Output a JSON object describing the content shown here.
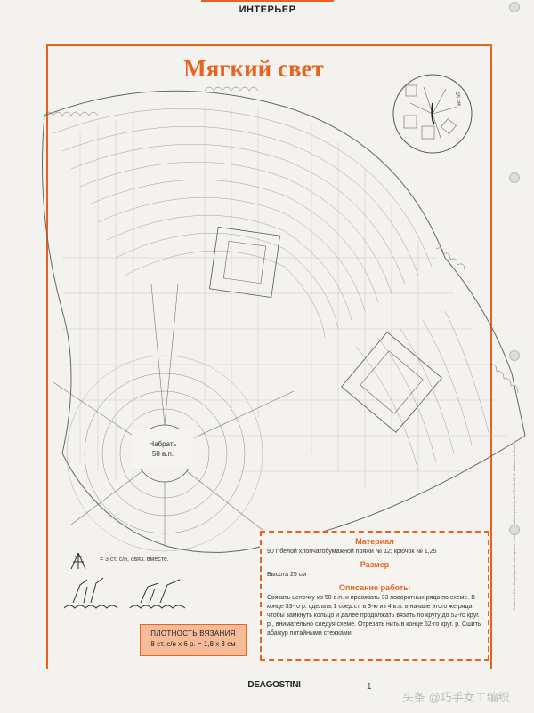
{
  "header": {
    "section": "ИНТЕРЬЕР"
  },
  "title": "Мягкий свет",
  "thumbnail": {
    "size_label": "25 см"
  },
  "chart": {
    "center_label_1": "Набрать",
    "center_label_2": "58 в.п."
  },
  "legend": {
    "symbol_text": "= 3 ст. с/н, связ. вместе."
  },
  "density": {
    "heading": "ПЛОТНОСТЬ ВЯЗАНИЯ",
    "value": "8 ст. с/н х 6 р. = 1,8 х 3 см"
  },
  "info": {
    "material_heading": "Материал",
    "material_text": "90 г белой хлопчатобумажной пряжи № 12; крючок № 1,25",
    "size_heading": "Размер",
    "size_text": "Высота 25 см",
    "work_heading": "Описание работы",
    "work_text": "Связать цепочку из 58 в.п. и провязать 33 поворотных ряда по схеме. В конце 33-го р. сделать 1 соед.ст. в 3-ю из 4 в.п. в начале этого же ряда, чтобы замкнуть кольцо и далее продолжать вязать по кругу до 52-го круг. р., внимательно следуя схеме. Отрезать нить в конце 52-го круг. р. Сшить абажур потайными стежками."
  },
  "side_print": "Printed in EU – Encyclopedic card system – Not to be sold separately. Art. Tbl 24-62 © Editions de Saxe",
  "footer": {
    "brand": "DEAGOSTINI",
    "page": "1",
    "watermark": "头条 @巧手女工编织"
  },
  "colors": {
    "accent": "#e8641e",
    "density_bg": "#f6bc9a"
  }
}
